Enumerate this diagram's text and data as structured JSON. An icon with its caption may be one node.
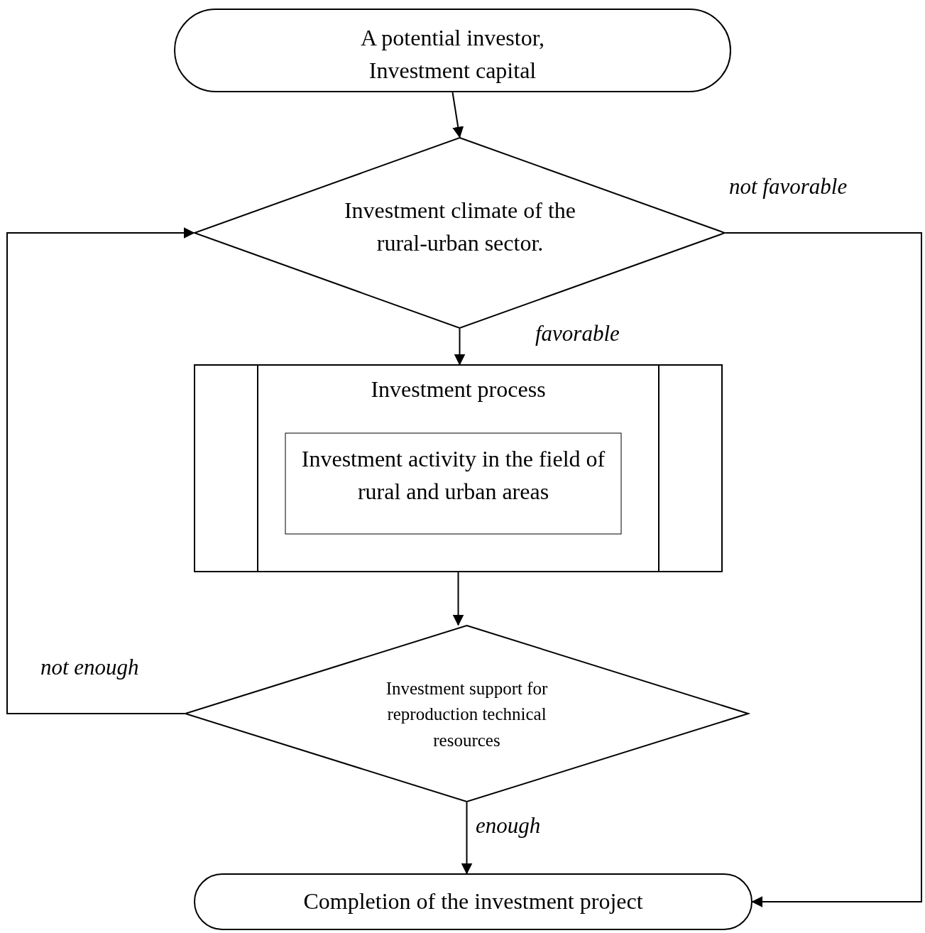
{
  "diagram": {
    "nodes": [
      {
        "text": [
          "A potential investor, Investment capital"
        ]
      },
      {
        "text": [
          "Investment climate of the rural-urban sector."
        ]
      },
      {
        "text": [
          "Investment process"
        ]
      },
      {
        "text": [
          "Investment activity in the field of rural and urban areas"
        ],
        "in": 2
      },
      {
        "text": [
          "Investment support for reproduction technical resources"
        ]
      },
      {
        "text": [
          "Completion of the investment project"
        ]
      }
    ],
    "edges": [
      {
        "from": 0,
        "to": 1,
        "arrow": "to"
      },
      {
        "from": 1,
        "to": 2,
        "arrow": "to",
        "label": "favorable"
      },
      {
        "from": 1,
        "to": 5,
        "arrow": "to",
        "label": "not favorable"
      },
      {
        "from": 2,
        "to": 4,
        "arrow": "to"
      },
      {
        "from": 4,
        "to": 1,
        "arrow": "to",
        "label": "not enough"
      },
      {
        "from": 4,
        "to": 5,
        "arrow": "to",
        "label": "enough"
      }
    ]
  }
}
